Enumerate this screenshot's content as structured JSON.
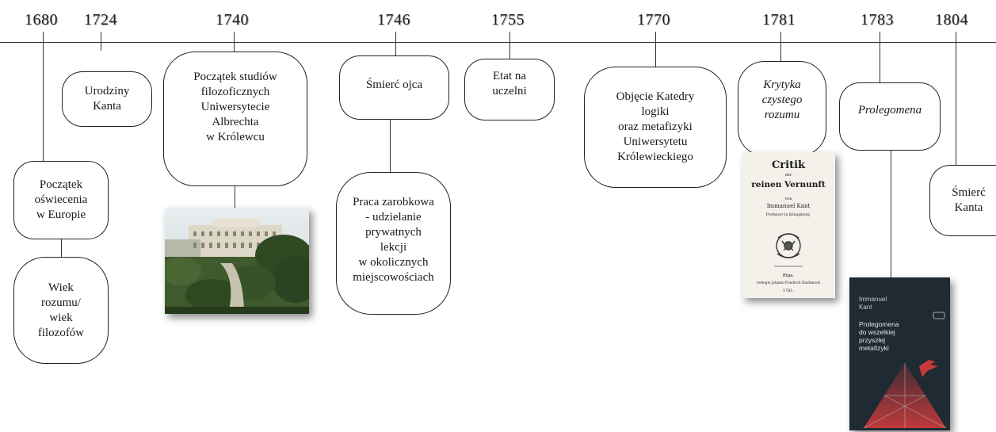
{
  "years": [
    "1680",
    "1724",
    "1740",
    "1746",
    "1755",
    "1770",
    "1781",
    "1783",
    "1804"
  ],
  "events": {
    "enlightenment_start": [
      "Początek",
      "oświecenia",
      "w Europie"
    ],
    "age_of_reason": [
      "Wiek",
      "rozumu/",
      "wiek",
      "filozofów"
    ],
    "birth": [
      "Urodziny",
      "Kanta"
    ],
    "studies_start": [
      "Początek studiów",
      "filozoficznych",
      "Uniwersytecie",
      "Albrechta",
      "w Królewcu"
    ],
    "father_death": [
      "Śmierć ojca"
    ],
    "tutoring": [
      "Praca zarobkowa",
      "- udzielanie",
      "prywatnych",
      "lekcji",
      "w okolicznych",
      "miejscowościach"
    ],
    "university_post": [
      "Etat na",
      "uczelni"
    ],
    "chair": [
      "Objęcie Katedry",
      "logiki",
      "oraz metafizyki",
      "Uniwersytetu",
      "Królewieckiego"
    ],
    "critique": [
      "Krytyka",
      "czystego",
      "rozumu"
    ],
    "prolegomena": [
      "Prolegomena"
    ],
    "death": [
      "Śmierć",
      "Kanta"
    ]
  },
  "images": {
    "critique_cover": {
      "lines": [
        "Critik",
        "der",
        "reinen Vernunft",
        "von",
        "Immanuel Kant",
        "Professor in Königsberg.",
        "Riga,",
        "verlegts Johann Friedrich Hartknoch",
        "1781."
      ]
    },
    "prolegomena_cover": {
      "lines": [
        "Immanuel",
        "Kant",
        "Prolegomena",
        "do wszelkiej",
        "przyszłej",
        "metafizyki"
      ]
    }
  },
  "colors": {
    "line": "#333333",
    "cover_dark": "#1f2a33",
    "cover_red": "#c83a3a"
  }
}
